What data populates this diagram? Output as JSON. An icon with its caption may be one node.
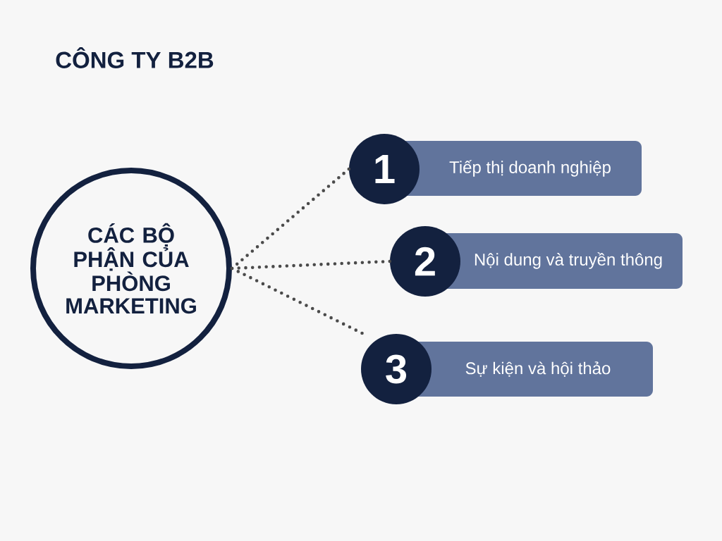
{
  "diagram": {
    "title": "CÔNG TY B2B",
    "nodes": [
      {
        "text": [
          "CÁC BỘ PHẬN CỦA PHÒNG MARKETING"
        ]
      },
      {
        "text": [
          "1"
        ]
      },
      {
        "text": [
          "Tiếp thị doanh nghiệp"
        ]
      },
      {
        "text": [
          "2"
        ]
      },
      {
        "text": [
          "Nội dung và truyền thông"
        ]
      },
      {
        "text": [
          "3"
        ]
      },
      {
        "text": [
          "Sự kiện và hội thảo"
        ]
      }
    ],
    "edges": [
      {
        "from": 0,
        "to": 1,
        "arrow": "none"
      },
      {
        "from": 0,
        "to": 3,
        "arrow": "none"
      },
      {
        "from": 0,
        "to": 5,
        "arrow": "none"
      }
    ]
  }
}
